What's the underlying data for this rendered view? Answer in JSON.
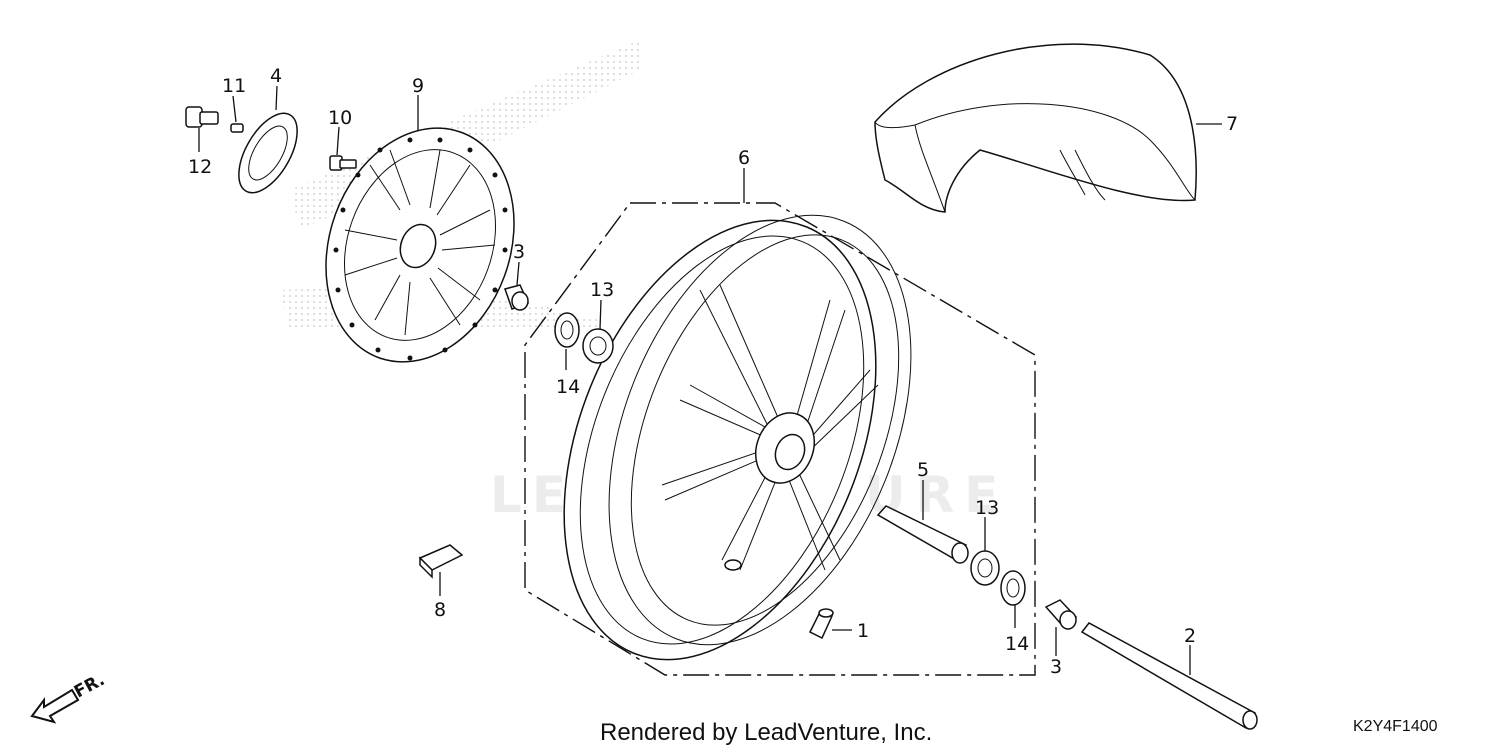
{
  "callouts": {
    "p1": "1",
    "p2": "2",
    "p3a": "3",
    "p3b": "3",
    "p4": "4",
    "p5": "5",
    "p6": "6",
    "p7": "7",
    "p8": "8",
    "p9": "9",
    "p10": "10",
    "p11": "11",
    "p12": "12",
    "p13a": "13",
    "p13b": "13",
    "p14a": "14",
    "p14b": "14"
  },
  "front_label": "FR.",
  "watermark": "LEADVENTURE",
  "footer": "Rendered by LeadVenture, Inc.",
  "diagram_code": "K2Y4F1400",
  "icons": {
    "direction": "front-arrow-icon"
  }
}
